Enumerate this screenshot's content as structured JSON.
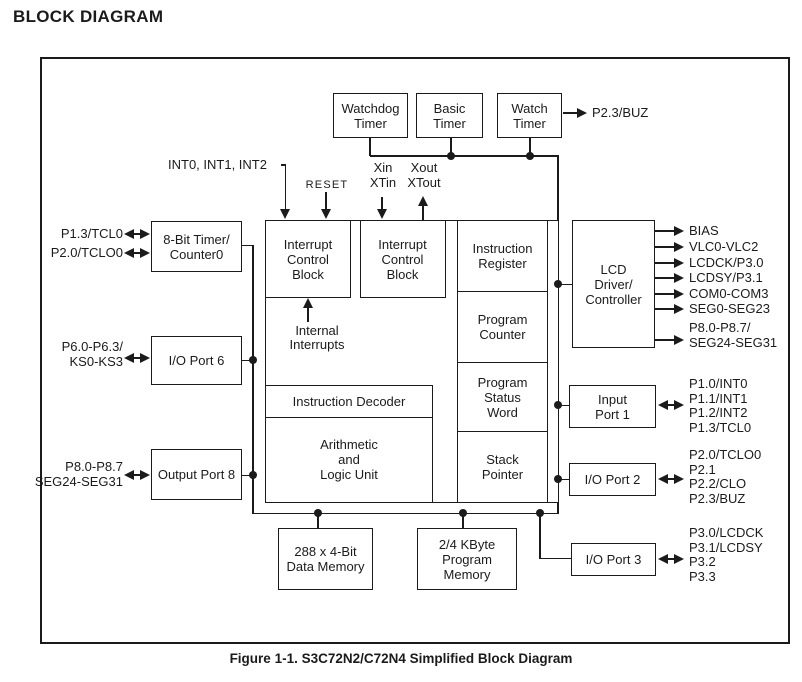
{
  "title": "BLOCK DIAGRAM",
  "caption": "Figure 1-1. S3C72N2/C72N4 Simplified Block Diagram",
  "colors": {
    "line": "#1b1b1b",
    "background": "#ffffff"
  },
  "blocks": {
    "watchdog_timer": "Watchdog\nTimer",
    "basic_timer": "Basic\nTimer",
    "watch_timer": "Watch\nTimer",
    "timer_counter0": "8-Bit Timer/\nCounter0",
    "io_port6": "I/O Port 6",
    "output_port8": "Output Port 8",
    "interrupt_control_1": "Interrupt\nControl\nBlock",
    "interrupt_control_2": "Interrupt\nControl\nBlock",
    "instruction_register": "Instruction\nRegister",
    "program_counter": "Program\nCounter",
    "program_status_word": "Program\nStatus\nWord",
    "stack_pointer": "Stack\nPointer",
    "instruction_decoder": "Instruction Decoder",
    "alu": "Arithmetic\nand\nLogic Unit",
    "data_memory": "288 x 4-Bit\nData Memory",
    "program_memory": "2/4 KByte\nProgram\nMemory",
    "lcd_controller": "LCD\nDriver/\nController",
    "input_port1": "Input\nPort 1",
    "io_port2": "I/O Port 2",
    "io_port3": "I/O Port 3"
  },
  "signals": {
    "interrupts": "INT0, INT1, INT2",
    "reset": "RESET",
    "xin": "Xin\nXTin",
    "xout": "Xout\nXTout",
    "internal_interrupts": "Internal\nInterrupts",
    "buz": "P2.3/BUZ"
  },
  "pins": {
    "left": {
      "tcl0": "P1.3/TCL0",
      "tclo0": "P2.0/TCLO0",
      "port6": "P6.0-P6.3/\nKS0-KS3",
      "port8": "P8.0-P8.7\nSEG24-SEG31"
    },
    "lcd_outputs": [
      "BIAS",
      "VLC0-VLC2",
      "LCDCK/P3.0",
      "LCDSY/P3.1",
      "COM0-COM3",
      "SEG0-SEG23",
      "P8.0-P8.7/\nSEG24-SEG31"
    ],
    "port1": "P1.0/INT0\nP1.1/INT1\nP1.2/INT2\nP1.3/TCL0",
    "port2": "P2.0/TCLO0\nP2.1\nP2.2/CLO\nP2.3/BUZ",
    "port3": "P3.0/LCDCK\nP3.1/LCDSY\nP3.2\nP3.3"
  }
}
